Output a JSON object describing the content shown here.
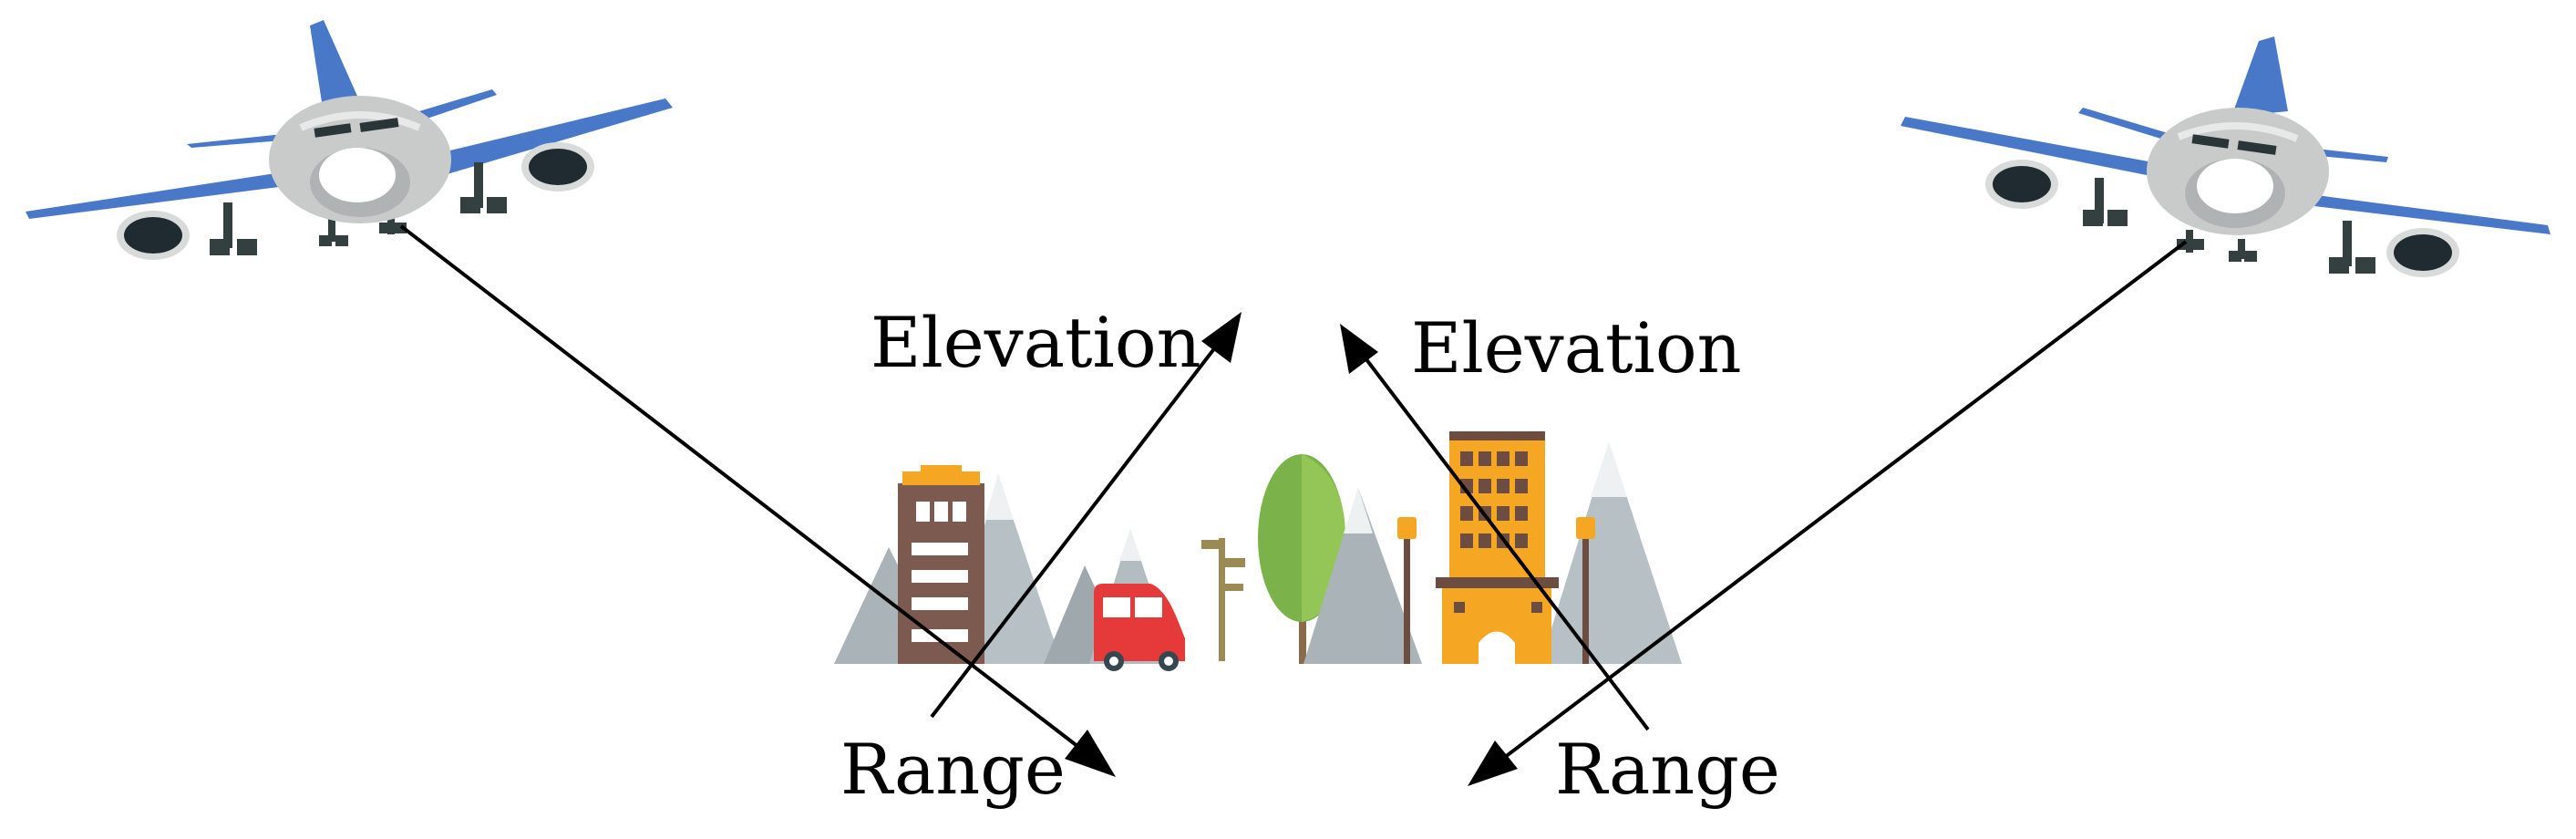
{
  "labels": {
    "elevation_left": "Elevation",
    "elevation_right": "Elevation",
    "range_left": "Range",
    "range_right": "Range"
  },
  "colors": {
    "plane_wing": "#4a78c8",
    "plane_body": "#c9cbcb",
    "engine_dark": "#1f2b30",
    "building_brown": "#7d5a4f",
    "building_orange": "#f5a623",
    "car_red": "#e63a3a",
    "tree_green": "#7bb34a",
    "mountain_gray": "#aab3b8",
    "arrow": "#000000"
  },
  "icons": [
    "airplane-left-icon",
    "airplane-right-icon",
    "city-skyline-icon"
  ]
}
